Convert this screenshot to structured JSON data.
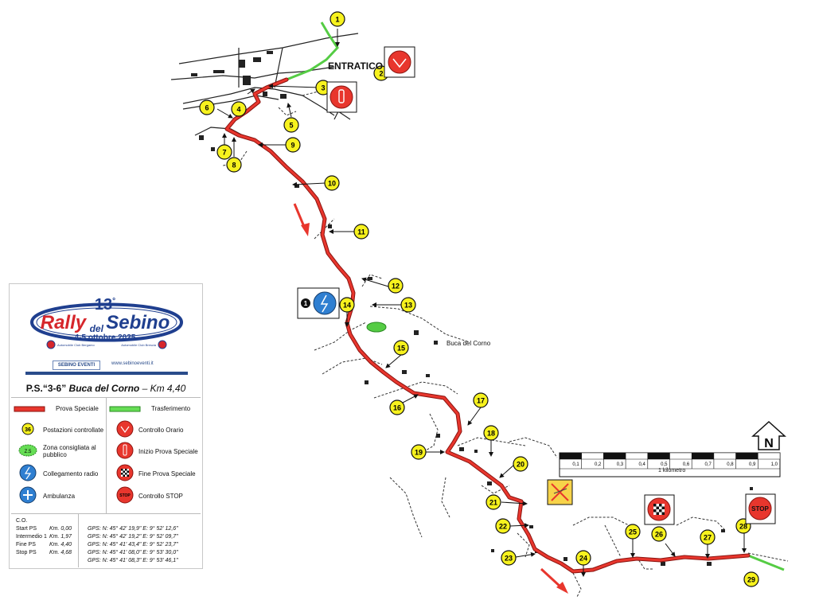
{
  "map": {
    "town": "ENTRATICO",
    "place": "Buca del Corno",
    "north": "N",
    "scale": {
      "ticks": [
        "0,1",
        "0,2",
        "0,3",
        "0,4",
        "0,5",
        "0,6",
        "0,7",
        "0,8",
        "0,9",
        "1,0"
      ],
      "label": "1 kilometro"
    },
    "markers": [
      "1",
      "2",
      "3",
      "4",
      "5",
      "6",
      "7",
      "8",
      "9",
      "10",
      "11",
      "12",
      "13",
      "14",
      "15",
      "16",
      "17",
      "18",
      "19",
      "20",
      "21",
      "22",
      "23",
      "24",
      "25",
      "26",
      "27",
      "28",
      "29"
    ],
    "radio_badge": "1",
    "stop_label": "STOP"
  },
  "legend": {
    "logo": {
      "edition": "13",
      "edition_suffix": "°",
      "name_a": "Rally",
      "name_b": "del",
      "name_c": "Sebino",
      "dates": "4-5 ottobre 2025",
      "club_left": "Automobile Club Bergamo",
      "club_right": "Automobile Club Brescia",
      "sponsor": "SEBINO EVENTI",
      "site": "www.sebinoeventi.it"
    },
    "title_prefix": "P.S.“3-6”",
    "title_name": "Buca del Corno",
    "title_km": "– Km 4,40",
    "items": {
      "prova": "Prova Speciale",
      "trasferimento": "Trasferimento",
      "postazioni": "Postazioni controllate",
      "postazioni_icon": "36",
      "controllo_orario": "Controllo Orario",
      "zona": "Zona consigliata al pubblico",
      "zona_icon": "Z.5",
      "inizio": "Inizio Prova Speciale",
      "collegamento": "Collegamento radio",
      "fine": "Fine Prova Speciale",
      "ambulanza": "Ambulanza",
      "stop": "Controllo STOP",
      "stop_icon": "STOP"
    },
    "gps": [
      {
        "label": "C.O.",
        "km": "",
        "coords": ""
      },
      {
        "label": "Start PS",
        "km": "Km. 0,00",
        "coords": "GPS: N: 45° 42' 19,9\" E: 9° 52' 12,6\""
      },
      {
        "label": "Intermedio 1",
        "km": "Km. 1,97",
        "coords": "GPS: N: 45° 42' 19,2\" E: 9° 52' 09,7\""
      },
      {
        "label": "Fine PS",
        "km": "Km. 4,40",
        "coords": "GPS: N: 45° 41' 43,4\" E: 9° 52' 23,7\""
      },
      {
        "label": "Stop PS",
        "km": "Km. 4,68",
        "coords": "GPS: N: 45° 41' 08,0\" E: 9° 53' 30,0\""
      },
      {
        "label": "",
        "km": "",
        "coords": "GPS: N: 45° 41' 08,3\" E: 9° 53' 46,1\""
      }
    ]
  },
  "colors": {
    "route": "#e8362d",
    "route_outline": "#8a1410",
    "transfer": "#55cc44",
    "marker_fill": "#f7f21e",
    "logo_blue": "#1f3f8f",
    "logo_red": "#d6262b",
    "radio_blue": "#2f7fd1"
  }
}
